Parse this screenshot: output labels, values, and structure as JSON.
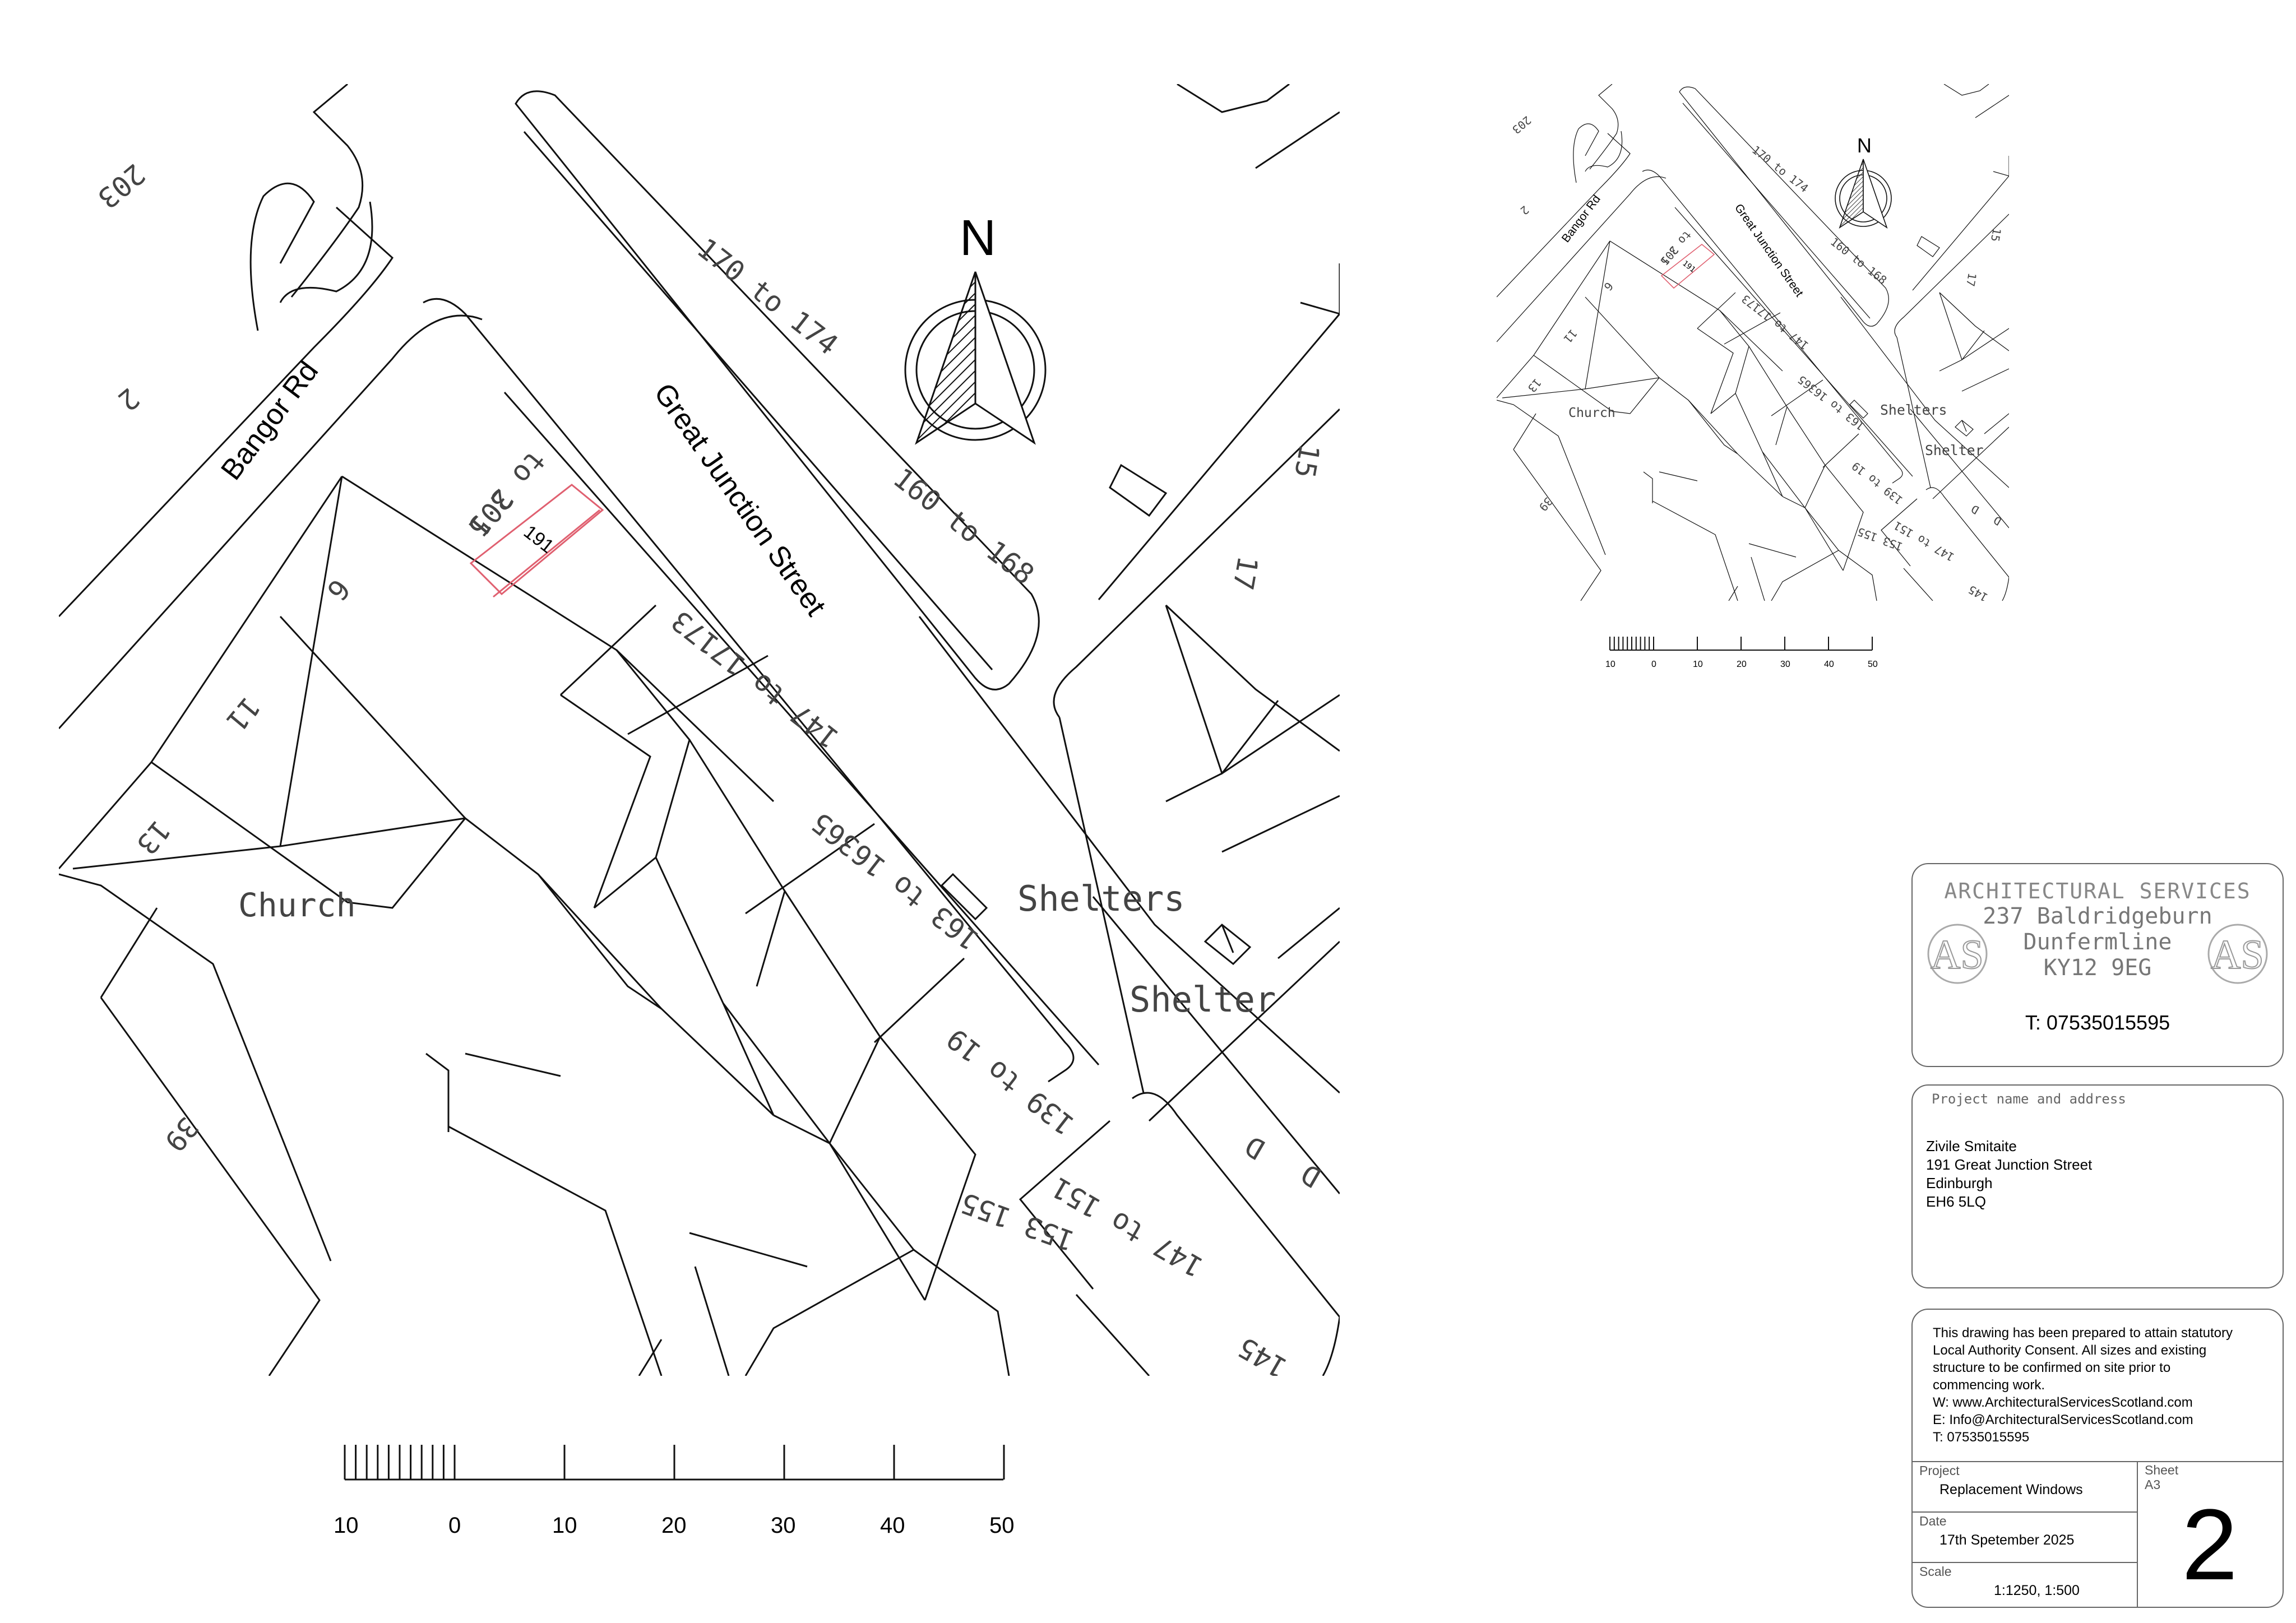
{
  "map_main": {
    "road_labels": [
      "Bangor Rd",
      "Great Junction Street"
    ],
    "plot_labels": [
      "203",
      "2",
      "170 to 174",
      "160 to 168",
      "15",
      "17",
      "6",
      "11",
      "13",
      "Church",
      "39",
      "3 5",
      "to 201",
      "191",
      "147 to 17173",
      "163 to 16365",
      "139 to 19",
      "Shelters",
      "Shelter",
      "153 155",
      "145",
      "147 to 151",
      "D",
      "D"
    ],
    "north_label": "N",
    "scale_ticks": [
      "10",
      "0",
      "10",
      "20",
      "30",
      "40",
      "50"
    ]
  },
  "map_inset": {
    "road_labels": [
      "Bangor Rd",
      "Great Junction Street"
    ],
    "plot_labels": [
      "203",
      "2",
      "170 to 174",
      "160 to 168",
      "15",
      "17",
      "6",
      "11",
      "13",
      "Church",
      "39",
      "3 5",
      "to 201",
      "191",
      "147 to 17173",
      "163 to 16365",
      "139 to 19",
      "Shelters",
      "Shelter",
      "153 155",
      "145",
      "147 to 151",
      "D",
      "D"
    ],
    "north_label": "N",
    "scale_ticks": [
      "10",
      "0",
      "10",
      "20",
      "30",
      "40",
      "50"
    ]
  },
  "company": {
    "name": "ARCHITECTURAL SERVICES",
    "address_line1": "237 Baldridgeburn",
    "address_line2": "Dunfermline",
    "postcode": "KY12 9EG",
    "phone": "T: 07535015595",
    "logo_letters": "AS"
  },
  "project_box": {
    "header": "Project name and address",
    "client": "Zivile Smitaite",
    "street": "191 Great Junction Street",
    "city": "Edinburgh",
    "postcode": "EH6 5LQ"
  },
  "info_box": {
    "note_1": "This drawing has been prepared to attain statutory",
    "note_2": "Local Authority Consent. All sizes and existing",
    "note_3": "structure to be confirmed on site prior to",
    "note_4": "commencing work.",
    "web": "W: www.ArchitecturalServicesScotland.com",
    "email": "E: Info@ArchitecturalServicesScotland.com",
    "phone": "T: 07535015595"
  },
  "title_block": {
    "project_label": "Project",
    "project_value": "Replacement Windows",
    "date_label": "Date",
    "date_value": "17th Spetember 2025",
    "scale_label": "Scale",
    "scale_value": "1:1250, 1:500",
    "sheet_label": "Sheet",
    "sheet_size": "A3",
    "sheet_number": "2"
  },
  "colors": {
    "linework": "#111111",
    "highlight": "#e06070",
    "faint": "#888888"
  }
}
